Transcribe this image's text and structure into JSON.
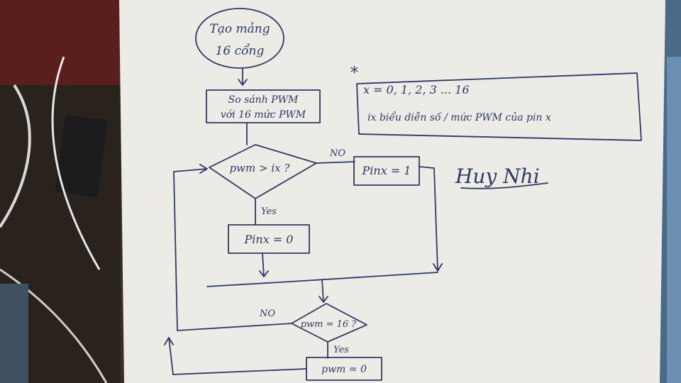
{
  "flowchart": {
    "start": {
      "line1": "Tạo mảng",
      "line2": "16 cổng"
    },
    "init": {
      "line1": "So sánh PWM",
      "line2": "với 16 mức PWM"
    },
    "decision1": {
      "label": "pwm > ix ?"
    },
    "branch_no": "NO",
    "branch_yes": "Yes",
    "set_high": {
      "label": "Pinx = 1"
    },
    "set_low": {
      "label": "Pinx = 0"
    },
    "decision2": {
      "label": "pwm = 16 ?"
    },
    "branch2_no": "NO",
    "branch2_yes": "Yes",
    "reset": {
      "label": "pwm = 0"
    }
  },
  "note": {
    "asterisk": "*",
    "line1": "x = 0, 1, 2, 3 ... 16",
    "line2": "ix biểu diễn số / mức PWM của pin x"
  },
  "signature": {
    "text": "Huy Nhi"
  },
  "colors": {
    "ink": "#2d3a66",
    "paper": "#ecebe6",
    "background": "#3a2e24"
  }
}
